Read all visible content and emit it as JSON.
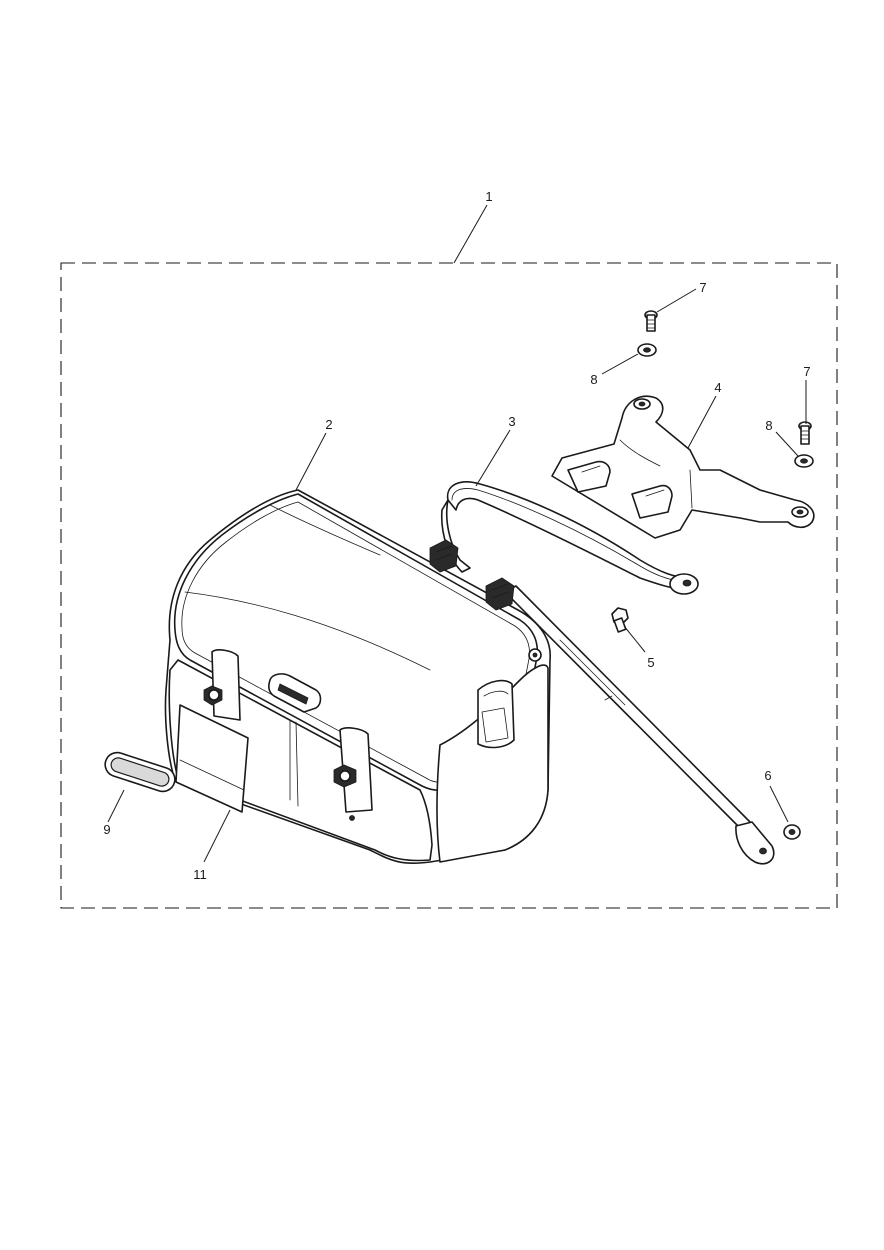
{
  "callouts": [
    {
      "id": "1",
      "text": "1"
    },
    {
      "id": "2",
      "text": "2"
    },
    {
      "id": "3",
      "text": "3"
    },
    {
      "id": "4",
      "text": "4"
    },
    {
      "id": "5",
      "text": "5"
    },
    {
      "id": "6",
      "text": "6"
    },
    {
      "id": "7a",
      "text": "7"
    },
    {
      "id": "7b",
      "text": "7"
    },
    {
      "id": "8a",
      "text": "8"
    },
    {
      "id": "8b",
      "text": "8"
    },
    {
      "id": "9",
      "text": "9"
    },
    {
      "id": "11",
      "text": "11"
    }
  ],
  "colors": {
    "line": "#1a1a1a",
    "background": "#ffffff"
  }
}
